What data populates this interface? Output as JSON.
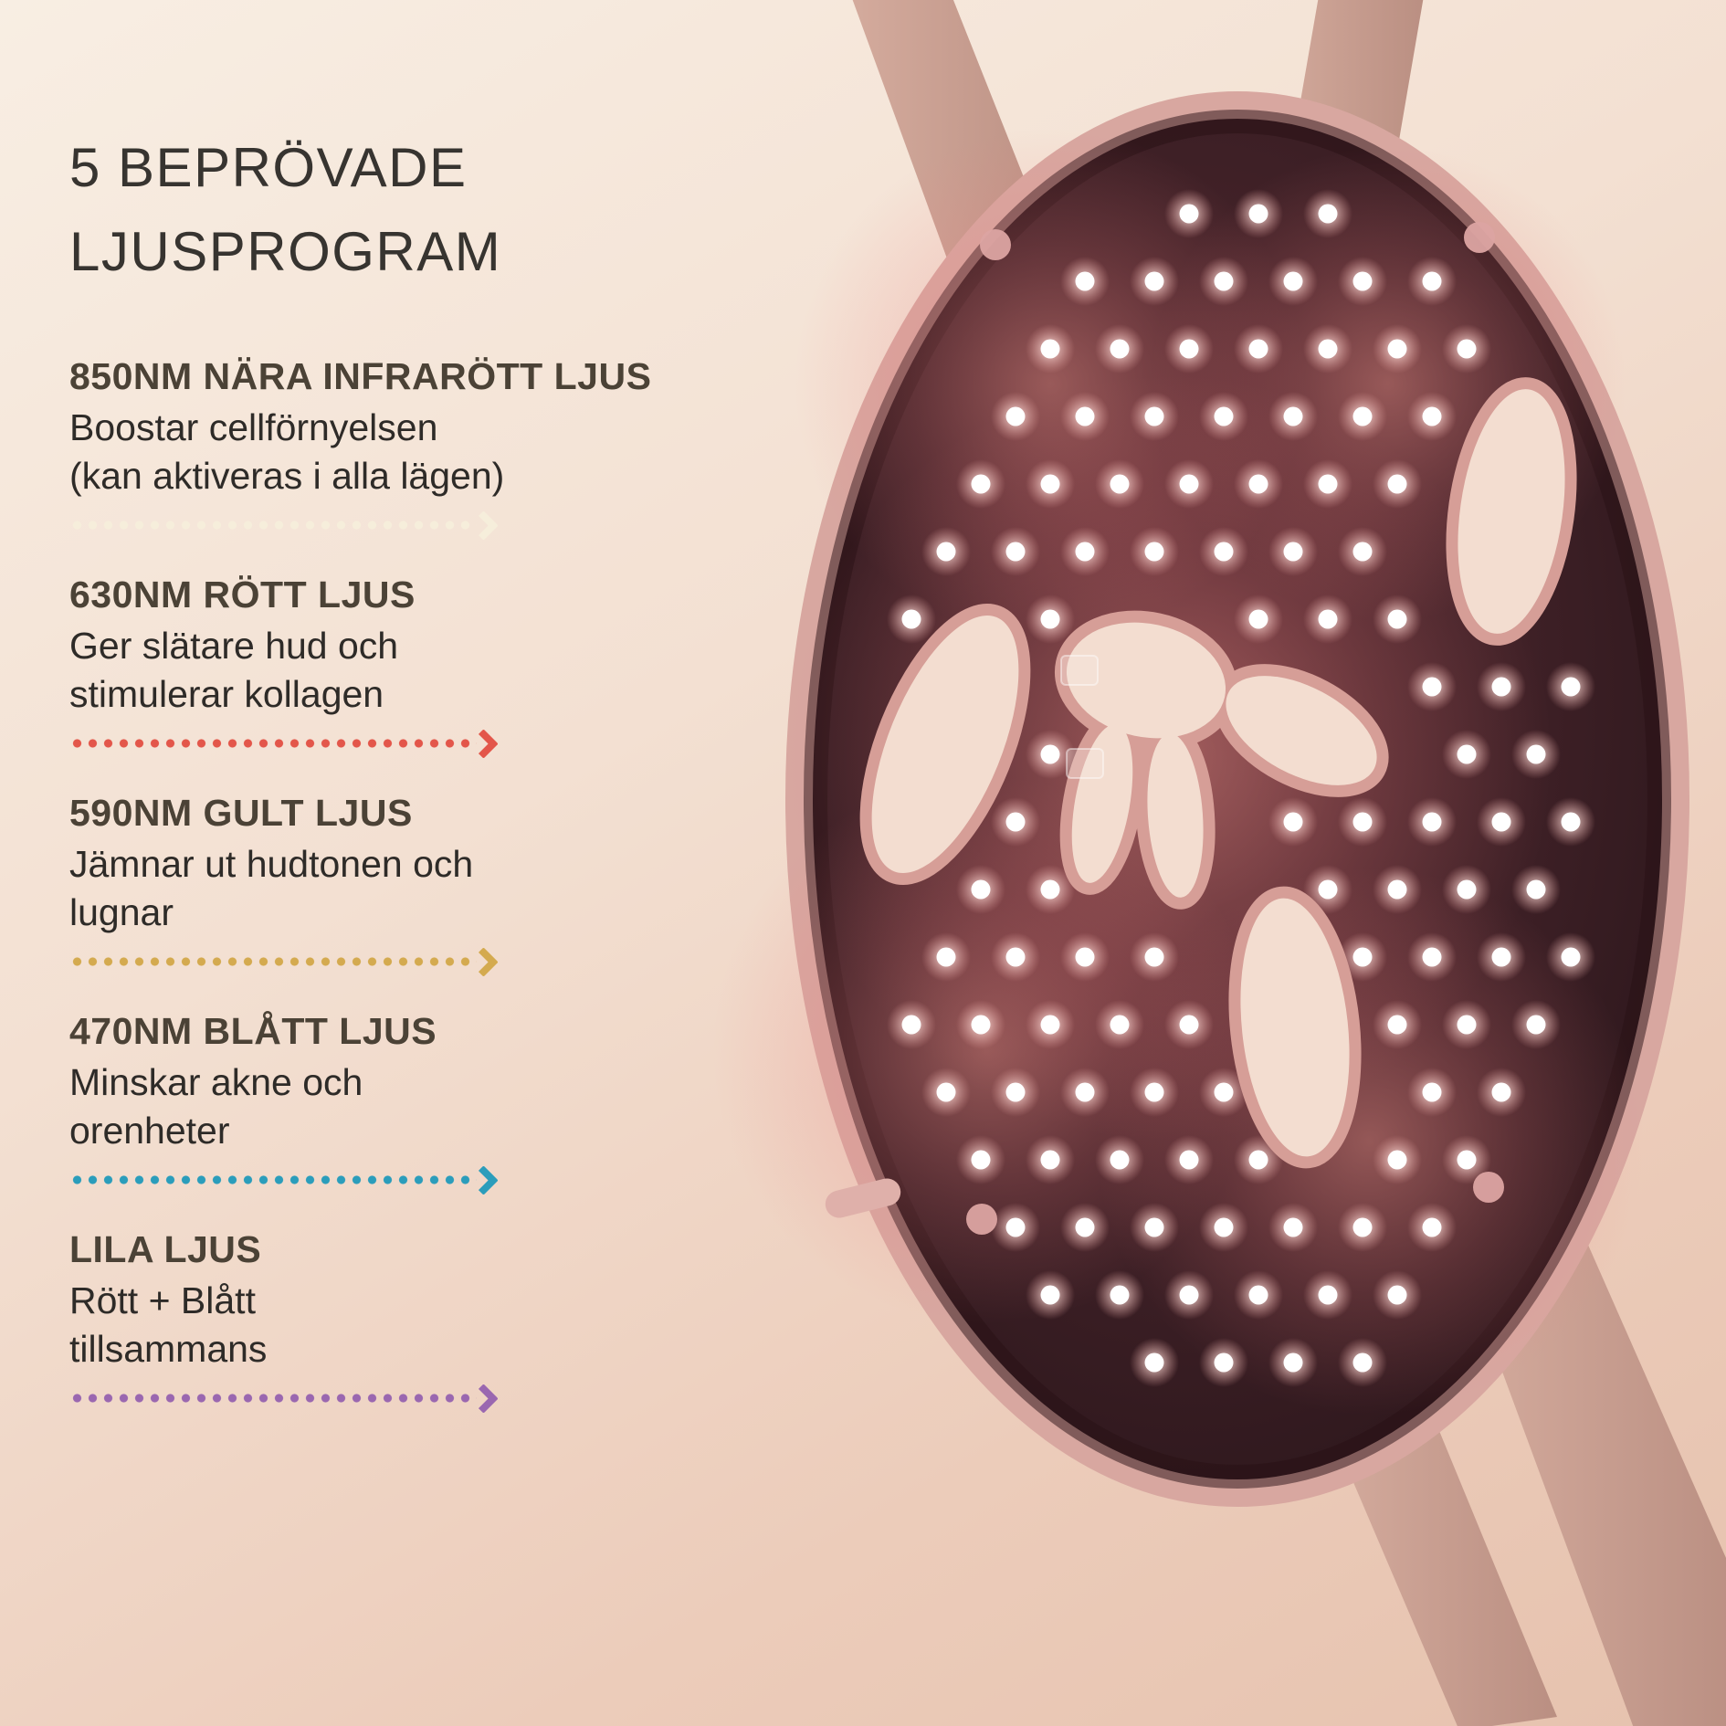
{
  "title": {
    "line1": "5 BEPRÖVADE",
    "line2": "LJUSPROGRAM"
  },
  "sections": [
    {
      "heading": "850NM NÄRA INFRARÖTT LJUS",
      "body": "Boostar cellförnyelsen\n(kan aktiveras i alla lägen)",
      "arrow_color": "#f6eedb"
    },
    {
      "heading": "630NM RÖTT LJUS",
      "body": "Ger slätare hud och\nstimulerar kollagen",
      "arrow_color": "#e3564a"
    },
    {
      "heading": "590NM GULT LJUS",
      "body": "Jämnar ut hudtonen och\nlugnar",
      "arrow_color": "#d4aa4f"
    },
    {
      "heading": "470NM BLÅTT LJUS",
      "body": "Minskar akne och\norenheter",
      "arrow_color": "#2b9dbb"
    },
    {
      "heading": "LILA LJUS",
      "body": "Rött + Blått\ntillsammans",
      "arrow_color": "#9a67b0"
    }
  ],
  "mask": {
    "colors": {
      "shell": "#c9a094",
      "rim": "#d8a7a0",
      "interior": "#32191f",
      "led": "#ffffff",
      "led_glow": "#f2a3a0",
      "cutout": "#f3ddd0"
    }
  }
}
